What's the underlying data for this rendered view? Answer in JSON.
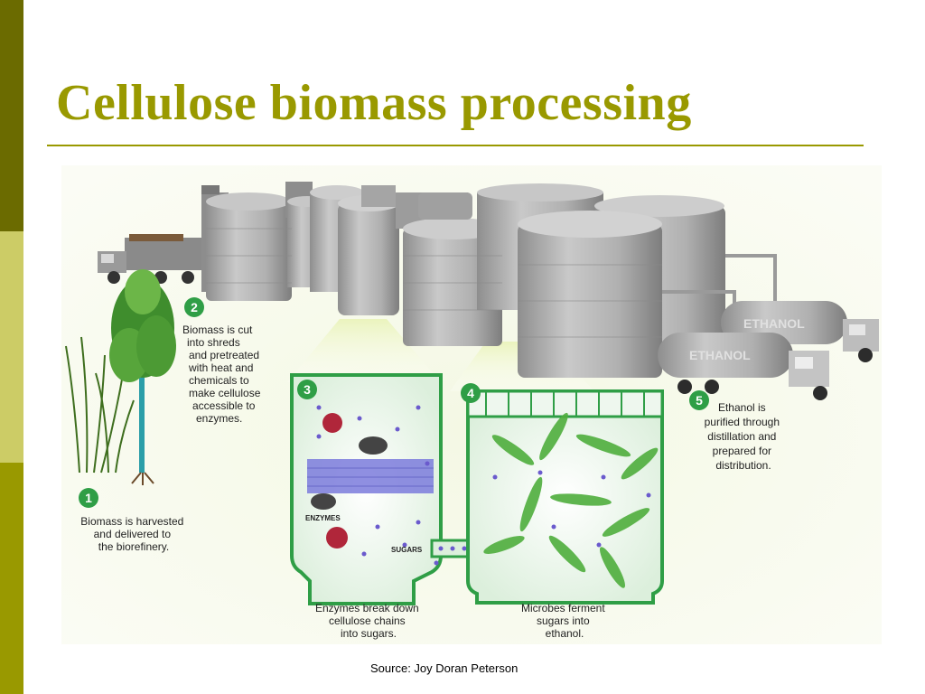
{
  "slide": {
    "title": "Cellulose biomass processing",
    "source": "Source: Joy Doran Peterson"
  },
  "diagram": {
    "steps": [
      {
        "number": "1",
        "lines": [
          "Biomass is harvested",
          "and delivered to",
          "the biorefinery."
        ]
      },
      {
        "number": "2",
        "lines": [
          "Biomass is cut",
          "into shreds",
          "and pretreated",
          "with heat and",
          "chemicals to",
          "make cellulose",
          "accessible to",
          "enzymes."
        ]
      },
      {
        "number": "3",
        "lines": [
          "Enzymes break  down",
          "cellulose chains",
          "into sugars."
        ]
      },
      {
        "number": "4",
        "lines": [
          "Microbes ferment",
          "sugars into",
          "ethanol."
        ]
      },
      {
        "number": "5",
        "lines": [
          "Ethanol is",
          "purified through",
          "distillation and",
          "prepared for",
          "distribution."
        ]
      }
    ],
    "truck_labels": [
      "ETHANOL",
      "ETHANOL"
    ],
    "inset_labels": {
      "enzymes": "ENZYMES",
      "sugars": "SUGARS"
    }
  },
  "colors": {
    "title": "#999900",
    "step_green": "#2f9e46",
    "tank_gray": "#a8a8a8"
  }
}
